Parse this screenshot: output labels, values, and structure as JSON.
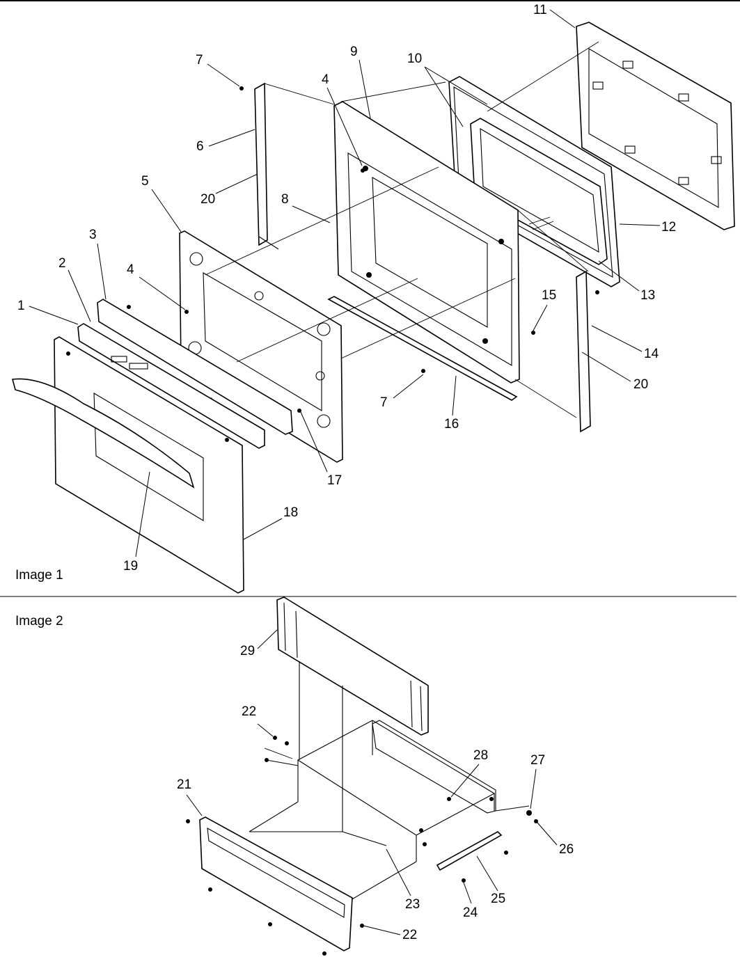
{
  "panels": [
    {
      "title": "Image 1"
    },
    {
      "title": "Image 2"
    }
  ],
  "image1_callouts": [
    "1",
    "2",
    "3",
    "4",
    "4",
    "5",
    "6",
    "7",
    "7",
    "8",
    "9",
    "10",
    "11",
    "12",
    "13",
    "14",
    "15",
    "16",
    "17",
    "18",
    "19",
    "20",
    "20"
  ],
  "image2_callouts": [
    "21",
    "22",
    "22",
    "23",
    "24",
    "25",
    "26",
    "27",
    "28",
    "29"
  ]
}
